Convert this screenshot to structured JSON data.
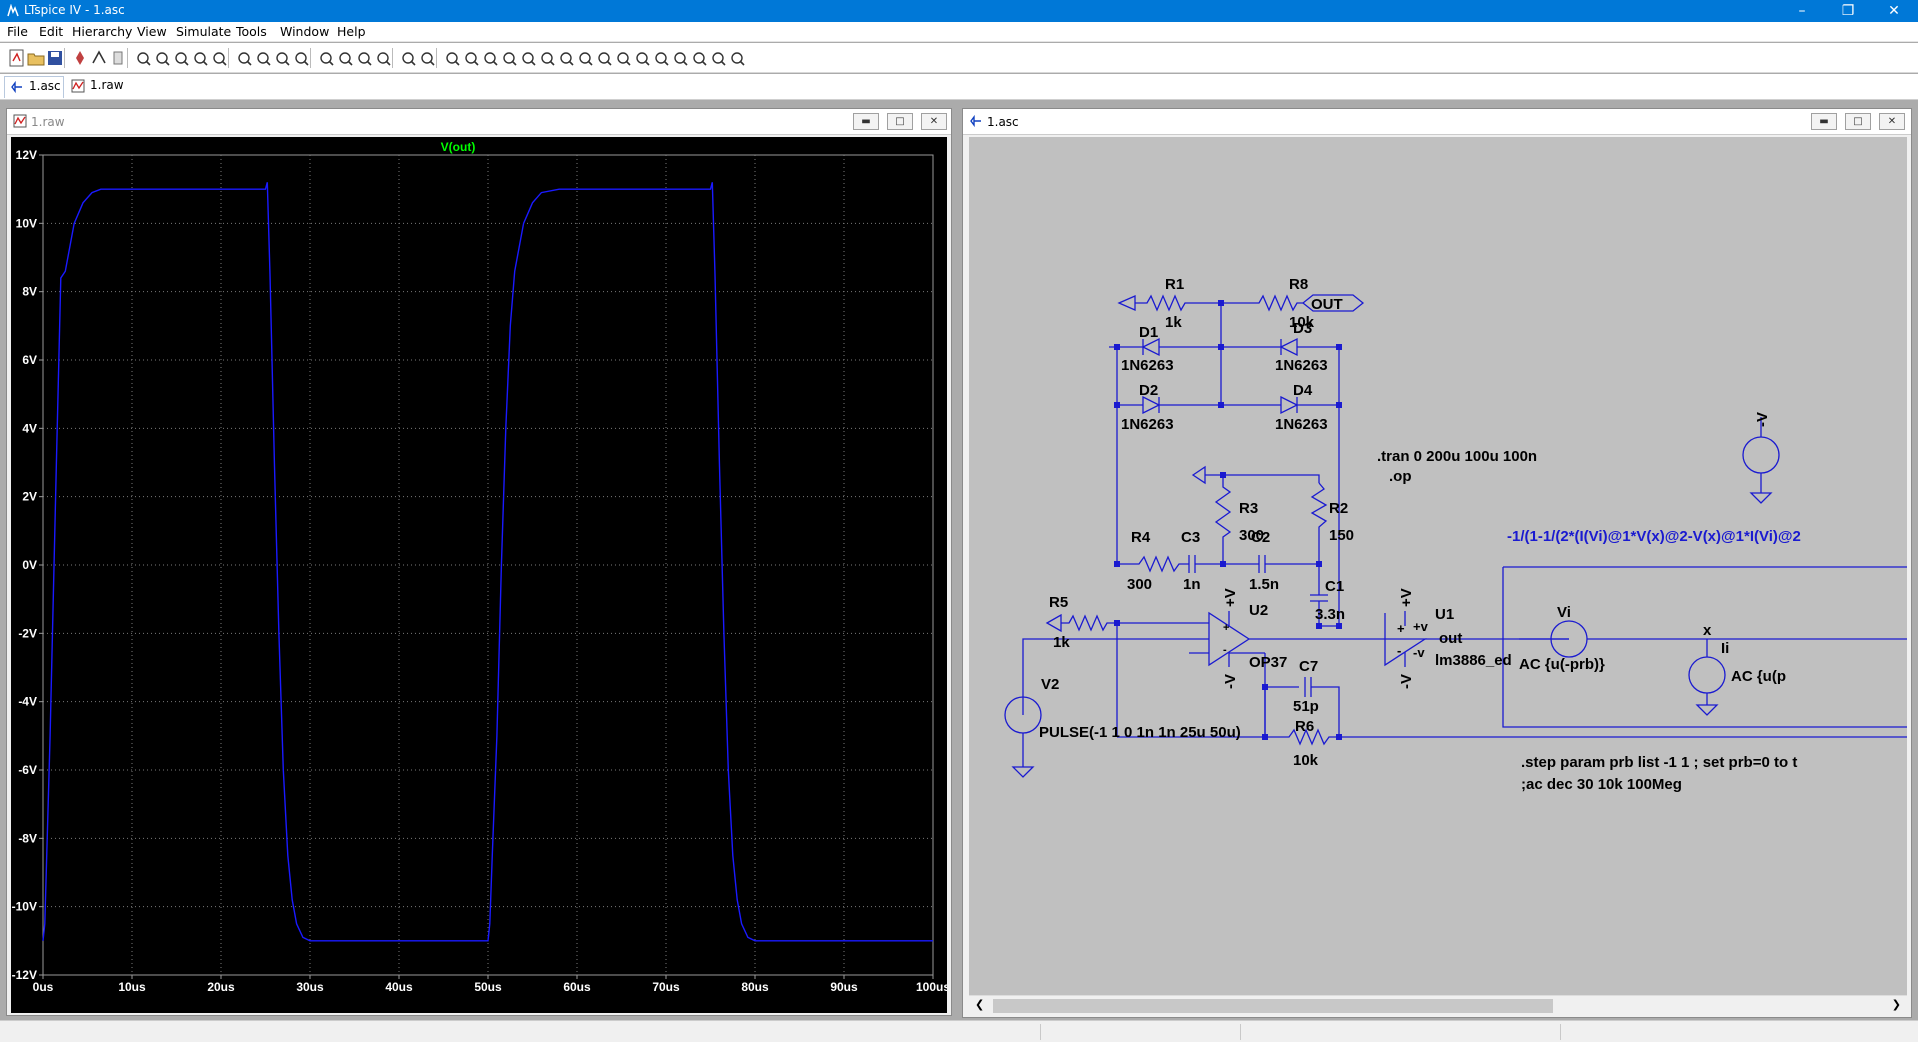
{
  "window": {
    "title": "LTspice IV - 1.asc"
  },
  "menu": [
    "File",
    "Edit",
    "Hierarchy",
    "View",
    "Simulate",
    "Tools",
    "Window",
    "Help"
  ],
  "toolbar_icons": [
    "new-schematic-icon",
    "open-icon",
    "save-icon",
    "control-panel-icon",
    "run-icon",
    "halt-icon",
    "zoom-in-icon",
    "zoom-pan-icon",
    "zoom-out-icon",
    "zoom-fit-icon",
    "autorange-icon",
    "cursor-icon",
    "tile-horizontal-icon",
    "tile-vertical-icon",
    "cascade-icon",
    "cut-icon",
    "copy-icon",
    "paste-icon",
    "find-icon",
    "print-setup-icon",
    "print-icon",
    "wire-icon",
    "ground-icon",
    "label-net-icon",
    "resistor-icon",
    "capacitor-icon",
    "inductor-icon",
    "diode-icon",
    "component-icon",
    "move-icon",
    "drag-icon",
    "undo-icon",
    "redo-icon",
    "rotate-icon",
    "mirror-icon",
    "text-icon",
    "spice-directive-icon"
  ],
  "tabs": [
    {
      "label": "1.asc",
      "icon": "schematic-icon"
    },
    {
      "label": "1.raw",
      "icon": "waveform-icon"
    }
  ],
  "plot_window": {
    "title": "1.raw"
  },
  "schematic_window": {
    "title": "1.asc"
  },
  "chart_data": {
    "type": "line",
    "title": "V(out)",
    "title_color": "#00ff00",
    "trace_color": "#1a1aff",
    "background": "#000000",
    "grid": true,
    "xlim": [
      0,
      100
    ],
    "ylim": [
      -12,
      12
    ],
    "x_ticks": [
      "0us",
      "10us",
      "20us",
      "30us",
      "40us",
      "50us",
      "60us",
      "70us",
      "80us",
      "90us",
      "100us"
    ],
    "y_ticks": [
      "12V",
      "10V",
      "8V",
      "6V",
      "4V",
      "2V",
      "0V",
      "-2V",
      "-4V",
      "-6V",
      "-8V",
      "-10V",
      "-12V"
    ],
    "series": [
      {
        "name": "V(out)",
        "x": [
          0,
          0.2,
          0.8,
          1.5,
          2.0,
          2.5,
          3.5,
          4.5,
          5.5,
          6.5,
          8,
          15,
          25.0,
          25.2,
          25.5,
          26.0,
          26.5,
          27.0,
          27.5,
          28,
          28.5,
          29.2,
          30,
          32,
          40,
          50.0,
          50.2,
          50.5,
          51,
          51.5,
          52,
          52.5,
          53,
          54,
          55,
          56,
          58,
          65,
          75.0,
          75.2,
          75.5,
          76,
          76.5,
          77,
          77.5,
          78,
          78.5,
          79.2,
          80,
          82,
          90,
          100
        ],
        "y": [
          -11,
          -10.5,
          -5,
          3,
          8.4,
          8.6,
          10.0,
          10.6,
          10.9,
          11.0,
          11.0,
          11.0,
          11.0,
          11.2,
          8.5,
          3,
          -2,
          -6,
          -8.5,
          -9.8,
          -10.5,
          -10.9,
          -11.0,
          -11.0,
          -11.0,
          -11.0,
          -10.5,
          -8.4,
          -5,
          0,
          4,
          7,
          8.6,
          10.0,
          10.6,
          10.9,
          11.0,
          11.0,
          11.0,
          11.2,
          8.5,
          3,
          -2,
          -6,
          -8.5,
          -9.8,
          -10.5,
          -10.9,
          -11.0,
          -11.0,
          -11.0,
          -11.0
        ]
      }
    ]
  },
  "schematic": {
    "components": {
      "R1": {
        "name": "R1",
        "value": "1k"
      },
      "R8": {
        "name": "R8",
        "value": "10k"
      },
      "D1": {
        "name": "D1",
        "value": "1N6263"
      },
      "D2": {
        "name": "D2",
        "value": "1N6263"
      },
      "D3": {
        "name": "D3",
        "value": "1N6263"
      },
      "D4": {
        "name": "D4",
        "value": "1N6263"
      },
      "R3": {
        "name": "R3",
        "value": "300"
      },
      "R2": {
        "name": "R2",
        "value": "150"
      },
      "R4": {
        "name": "R4",
        "value": "300"
      },
      "C3": {
        "name": "C3",
        "value": "1n"
      },
      "C2": {
        "name": "C2",
        "value": "1.5n"
      },
      "C1": {
        "name": "C1",
        "value": "3.3n"
      },
      "R5": {
        "name": "R5",
        "value": "1k"
      },
      "U2": {
        "name": "U2",
        "value": "OP37"
      },
      "U1": {
        "name": "U1",
        "value": "lm3886_ed"
      },
      "C7": {
        "name": "C7",
        "value": "51p"
      },
      "R6": {
        "name": "R6",
        "value": "10k"
      },
      "V2": {
        "name": "V2",
        "value": "PULSE(-1 1 0 1n 1n 25u 50u)"
      },
      "Vi": {
        "name": "Vi",
        "value": "AC {u(-prb)}"
      },
      "Ii": {
        "name": "Ii",
        "value": "AC {u(p"
      }
    },
    "net_labels": {
      "out": "OUT",
      "x": "x",
      "plus_v": "+V",
      "minus_v": "-V",
      "out_pin": "out"
    },
    "pins": {
      "plus": "+",
      "minus": "-",
      "plus_v_pin": "+v",
      "minus_v_pin": "-v"
    },
    "directives": {
      "tran": ".tran 0 200u 100u 100n",
      "op": ".op",
      "expr": "-1/(1-1/(2*(I(Vi)@1*V(x)@2-V(x)@1*I(Vi)@2",
      "step": ".step param prb list -1 1 ; set prb=0 to t",
      "ac": ";ac dec 30 10k 100Meg"
    }
  }
}
